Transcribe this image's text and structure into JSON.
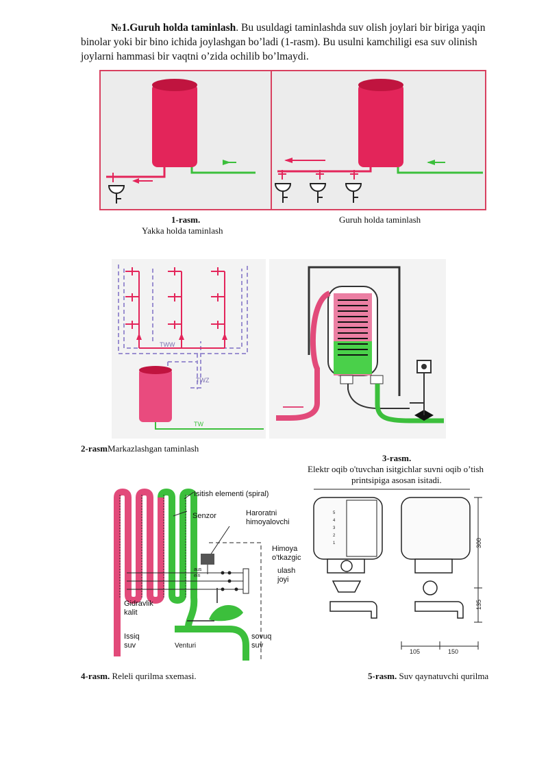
{
  "intro": {
    "heading": "№1.Guruh holda taminlash",
    "text": ". Bu usuldagi taminlashda suv olish joylari bir biriga yaqin binolar yoki bir bino ichida joylashgan bo’ladi (1-rasm). Bu usulni kamchiligi esa suv olinish joylarni hammasi bir vaqtni o’zida ochilib bo’lmaydi."
  },
  "fig1": {
    "number": "1-rasm.",
    "caption_left": "Yakka holda taminlash",
    "caption_right": "Guruh holda taminlash"
  },
  "fig2": {
    "number": "2-rasm",
    "caption": "Markazlashgan taminlash",
    "label_tww": "TWW",
    "label_twz": "TWZ",
    "label_tw": "TW"
  },
  "fig3": {
    "number": "3-rasm.",
    "caption_line1": "Elektr oqib o'tuvchan isitgichlar suvni oqib o’tish",
    "caption_line2": "printsipiga asosan isitadi."
  },
  "fig4": {
    "number": "4-rasm.",
    "caption": "Releli qurilma sxemasi.",
    "labels": {
      "spiral": "Isitish elementi (spiral)",
      "sensor": "Senzor",
      "thermo1": "Haroratni",
      "thermo2": "himoyalovchi",
      "himoya1": "Himoya",
      "himoya2": "o'tkazgic",
      "ulash1": "ulash",
      "ulash2": "joyi",
      "gidr1": "Gidravlik",
      "gidr2": "kalit",
      "issiq1": "Issiq",
      "issiq2": "suv",
      "venturi": "Venturi",
      "sovuq1": "sovuq",
      "sovuq2": "suv",
      "aus": "aus",
      "ein": "ein"
    }
  },
  "fig5": {
    "number": "5-rasm.",
    "caption": "Suv qaynatuvchi qurilma",
    "dims": [
      "300",
      "135",
      "105",
      "150"
    ],
    "scale": [
      "5",
      "4",
      "3",
      "2",
      "1"
    ]
  },
  "colors": {
    "tank": "#e3255a",
    "tank_dark": "#c0143f",
    "hot_pipe": "#e24a7a",
    "cold_pipe": "#3cbf3c",
    "frame": "#d8405f",
    "panel_bg": "#ececec",
    "dashed": "#9a8fd0"
  }
}
